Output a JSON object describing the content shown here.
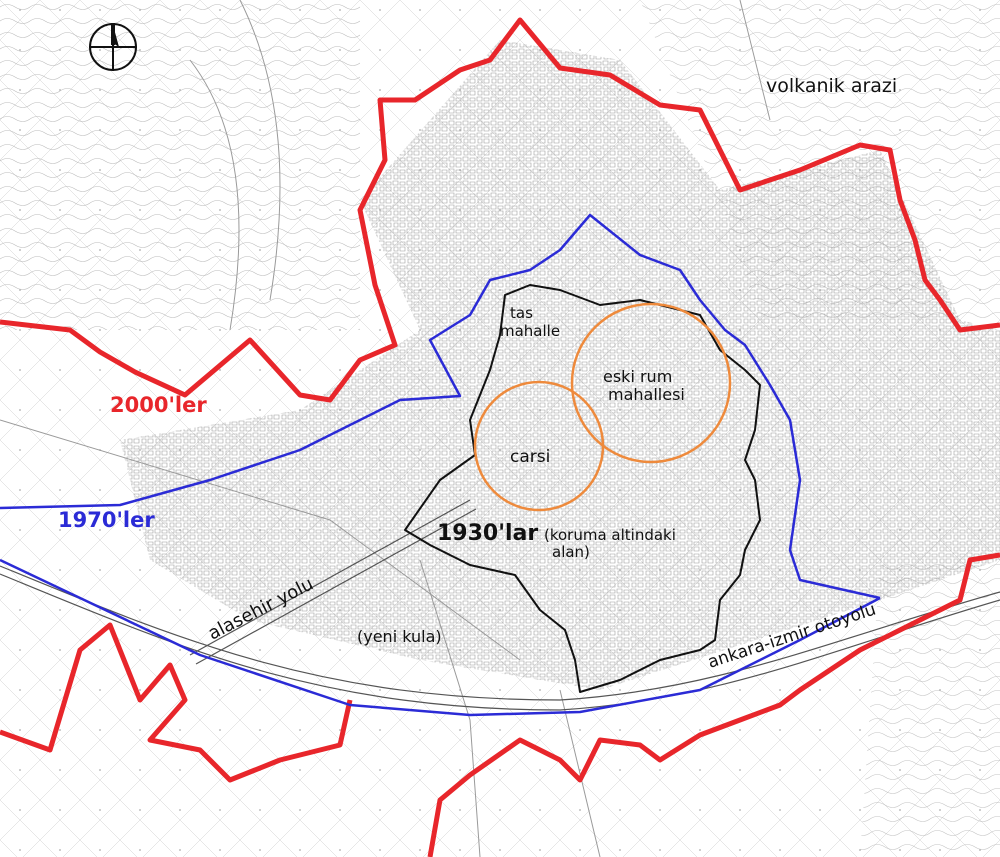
{
  "labels": {
    "volcanic": "volkanik arazi",
    "tas_line1": "tas",
    "tas_line2": "mahalle",
    "eskirum_line1": "eski rum",
    "eskirum_line2": "mahallesi",
    "carsi": "carsi",
    "era_2000": "2000'ler",
    "era_1970": "1970'ler",
    "era_1930": "1930'lar",
    "protected_line1": "(koruma altindaki",
    "protected_line2": "alan)",
    "alasehir": "alasehir yolu",
    "yeni_kula": "(yeni kula)",
    "ankara_izmir": "ankara-izmir otoyolu"
  },
  "colors": {
    "boundary_2000": "#e8262b",
    "boundary_1970": "#2b2bd6",
    "boundary_1930": "#111111",
    "quarter_circles": "#ee8a3c",
    "background": "#ffffff",
    "base_map_lines": "#9a9a9a"
  },
  "icons": {
    "north_arrow": "north-arrow-icon"
  }
}
